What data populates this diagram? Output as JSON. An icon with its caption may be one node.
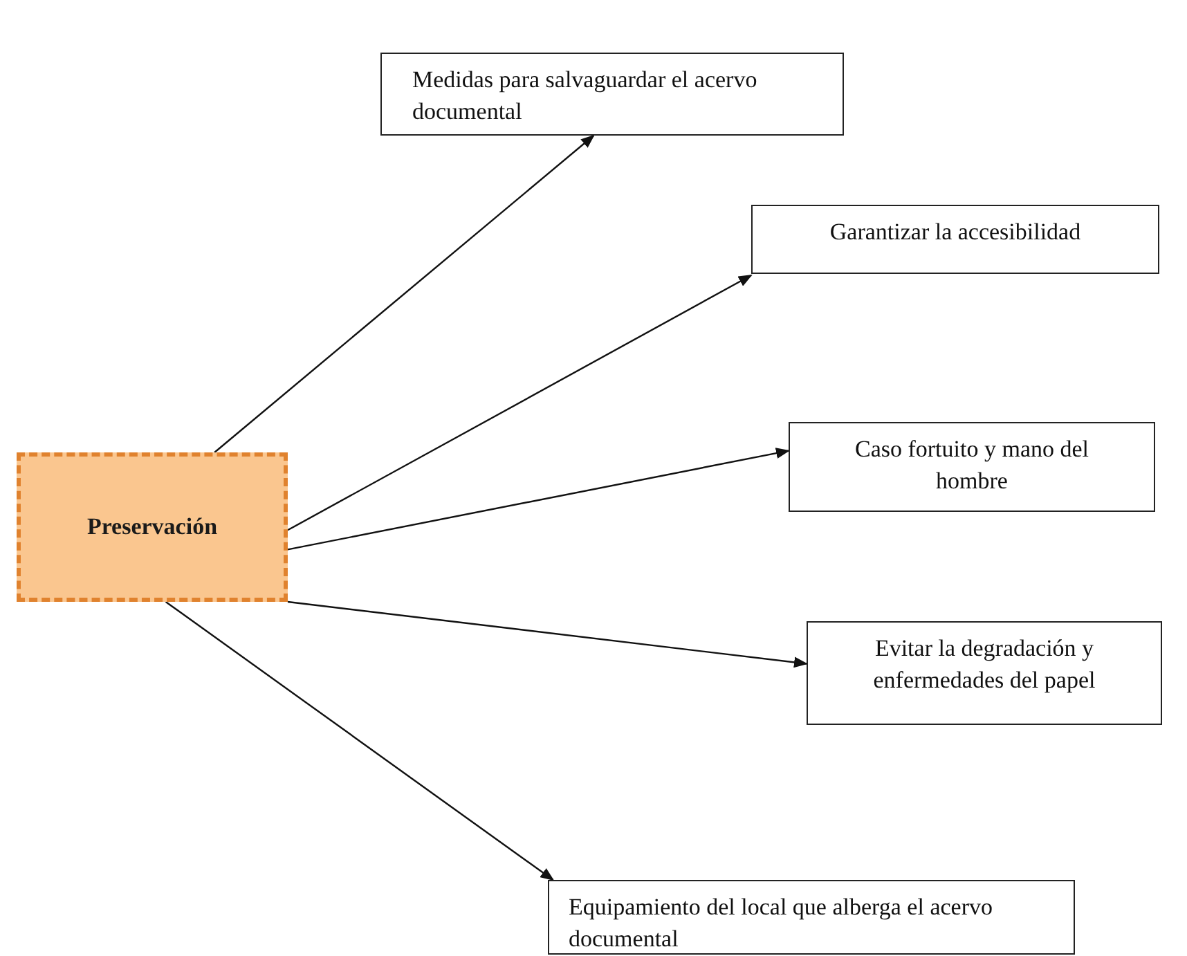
{
  "diagram": {
    "nodes": [
      {
        "text": [
          "Preservación"
        ]
      },
      {
        "text": [
          "Medidas para salvaguardar el acervo documental"
        ]
      },
      {
        "text": [
          "Garantizar la accesibilidad"
        ]
      },
      {
        "text": [
          "Caso fortuito y mano del hombre"
        ]
      },
      {
        "text": [
          "Evitar la degradación y enfermedades del papel"
        ]
      },
      {
        "text": [
          "Equipamiento del local que alberga el acervo documental"
        ]
      }
    ],
    "edges": [
      {
        "from": 0,
        "to": 1,
        "arrow": "to"
      },
      {
        "from": 0,
        "to": 2,
        "arrow": "to"
      },
      {
        "from": 0,
        "to": 3,
        "arrow": "to"
      },
      {
        "from": 0,
        "to": 4,
        "arrow": "to"
      },
      {
        "from": 0,
        "to": 5,
        "arrow": "to"
      }
    ]
  }
}
